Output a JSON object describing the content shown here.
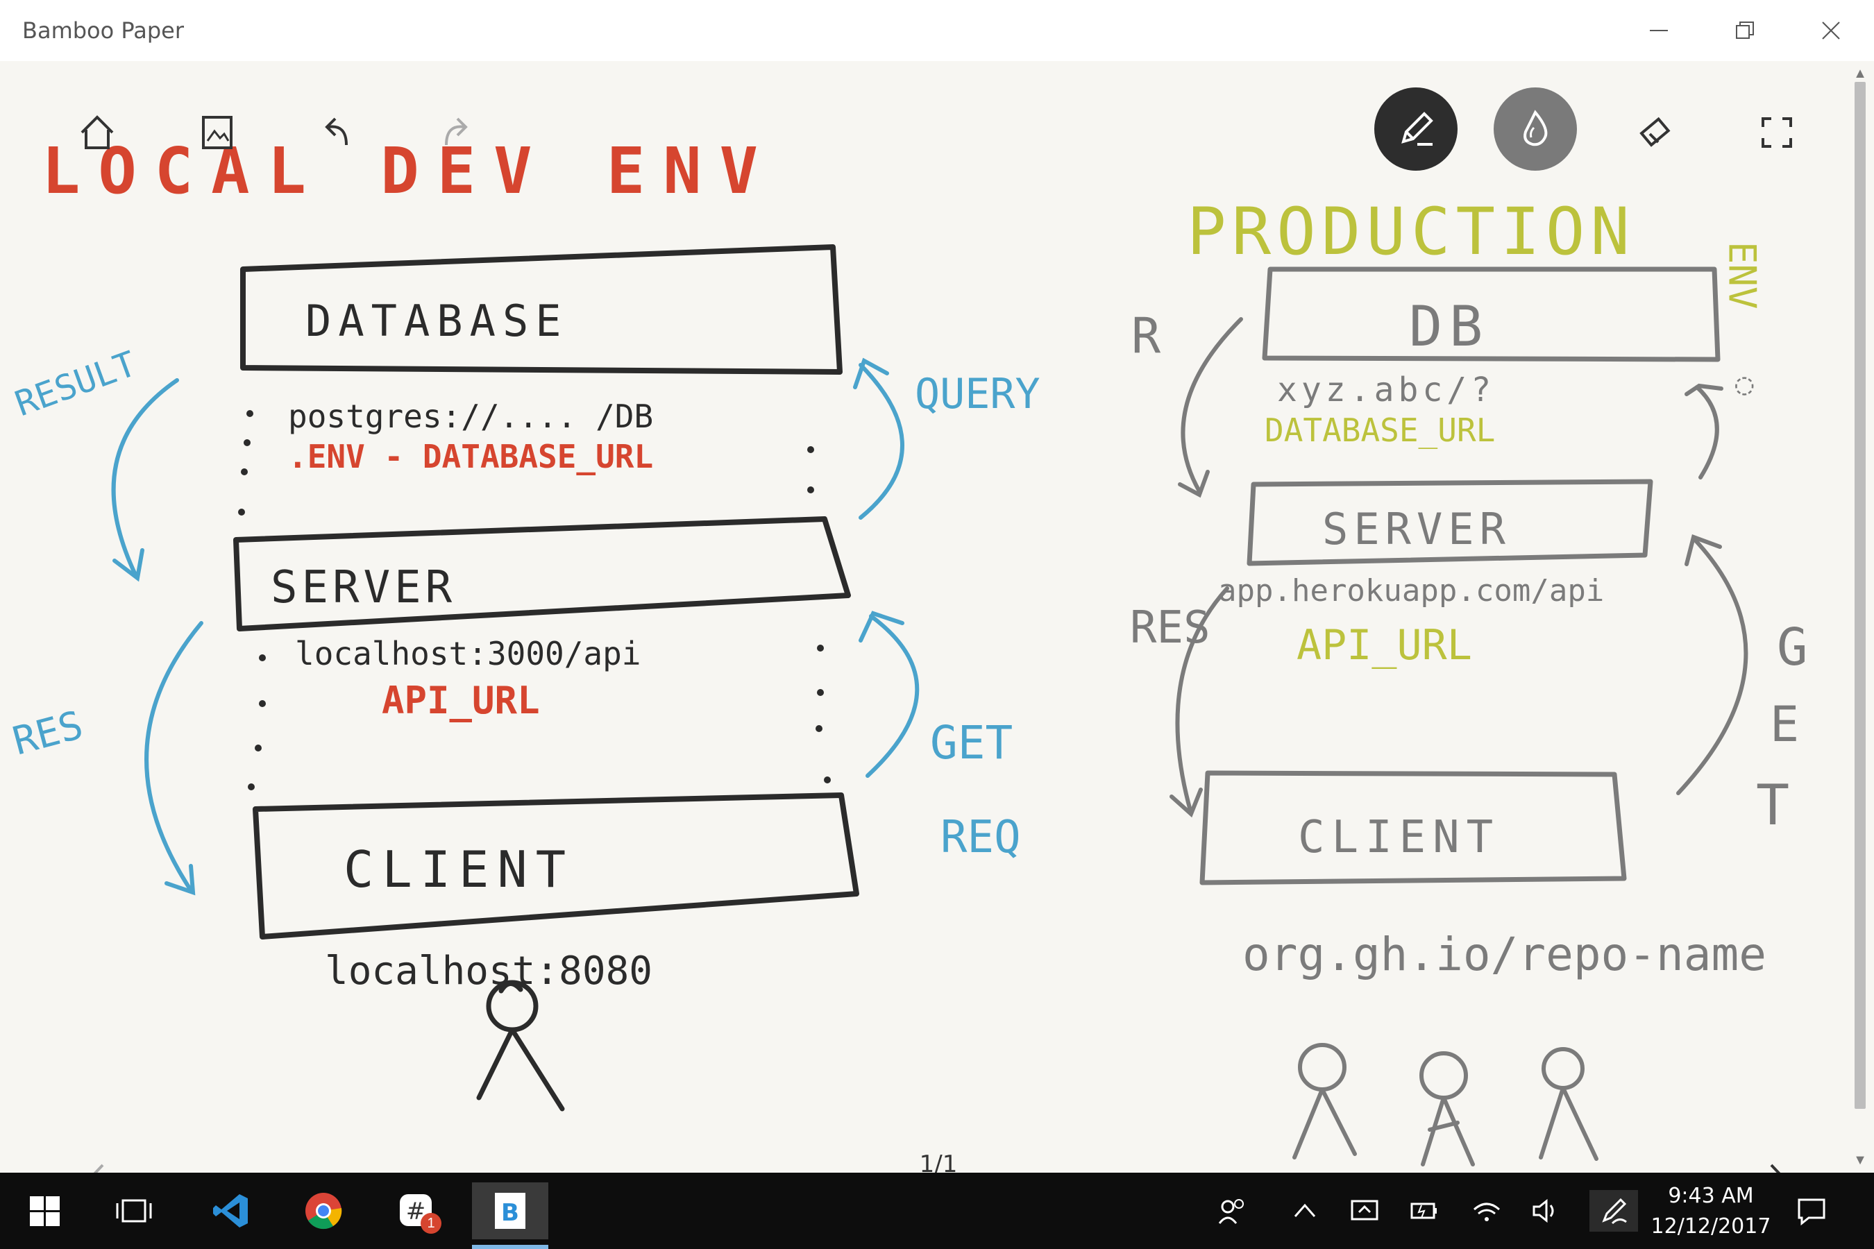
{
  "window": {
    "title": "Bamboo Paper"
  },
  "notebook": {
    "page_indicator": "1/1",
    "more_dots": "•••"
  },
  "sketch": {
    "local_title": "LOCAL DEV ENV",
    "prod_title_1": "PRODUCTION",
    "prod_title_env": "ENV",
    "local": {
      "database": "DATABASE",
      "db_url": "postgres://....  /DB",
      "db_env": ".ENV - DATABASE_URL",
      "server": "SERVER",
      "server_url": "localhost:3000/api",
      "api_url": "API_URL",
      "client": "CLIENT",
      "client_url": "localhost:8080",
      "result": "RESULT",
      "query": "QUERY",
      "res": "RES",
      "get": "GET",
      "req": "REQ"
    },
    "prod": {
      "db": "DB",
      "db_url": "xyz.abc/?",
      "db_env": "DATABASE_URL",
      "server": "SERVER",
      "server_url": "app.herokuapp.com/api",
      "api_url": "API_URL",
      "client": "CLIENT",
      "client_url": "org.gh.io/repo-name",
      "r": "R",
      "res": "RES",
      "g": "G",
      "e": "E",
      "t": "T"
    }
  },
  "colors": {
    "red": "#d6452f",
    "blue": "#4aa3cc",
    "yellow": "#bcc23c",
    "ink": "#2b2b2b",
    "grey": "#7b7b7b"
  },
  "taskbar": {
    "time": "9:43 AM",
    "date": "12/12/2017",
    "slack_badge": "1"
  }
}
